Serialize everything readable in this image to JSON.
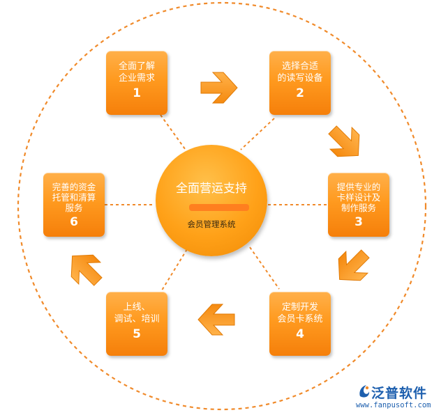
{
  "center": {
    "title": "全面营运支持",
    "subtitle": "会员管理系统"
  },
  "steps": [
    {
      "label": "全面了解\n企业需求",
      "number": "1"
    },
    {
      "label": "选择合适\n的读写设备",
      "number": "2"
    },
    {
      "label": "提供专业的\n卡样设计及\n制作服务",
      "number": "3"
    },
    {
      "label": "定制开发\n会员卡系统",
      "number": "4"
    },
    {
      "label": "上线、\n调试、培训",
      "number": "5"
    },
    {
      "label": "完善的资金\n托管和清算\n服务",
      "number": "6"
    }
  ],
  "logo": {
    "name": "泛普软件",
    "url": "www.fanpusoft.com"
  },
  "colors": {
    "orange": "#ff9a1f",
    "dash": "#f08a2a",
    "logo_blue": "#1d5fae"
  }
}
